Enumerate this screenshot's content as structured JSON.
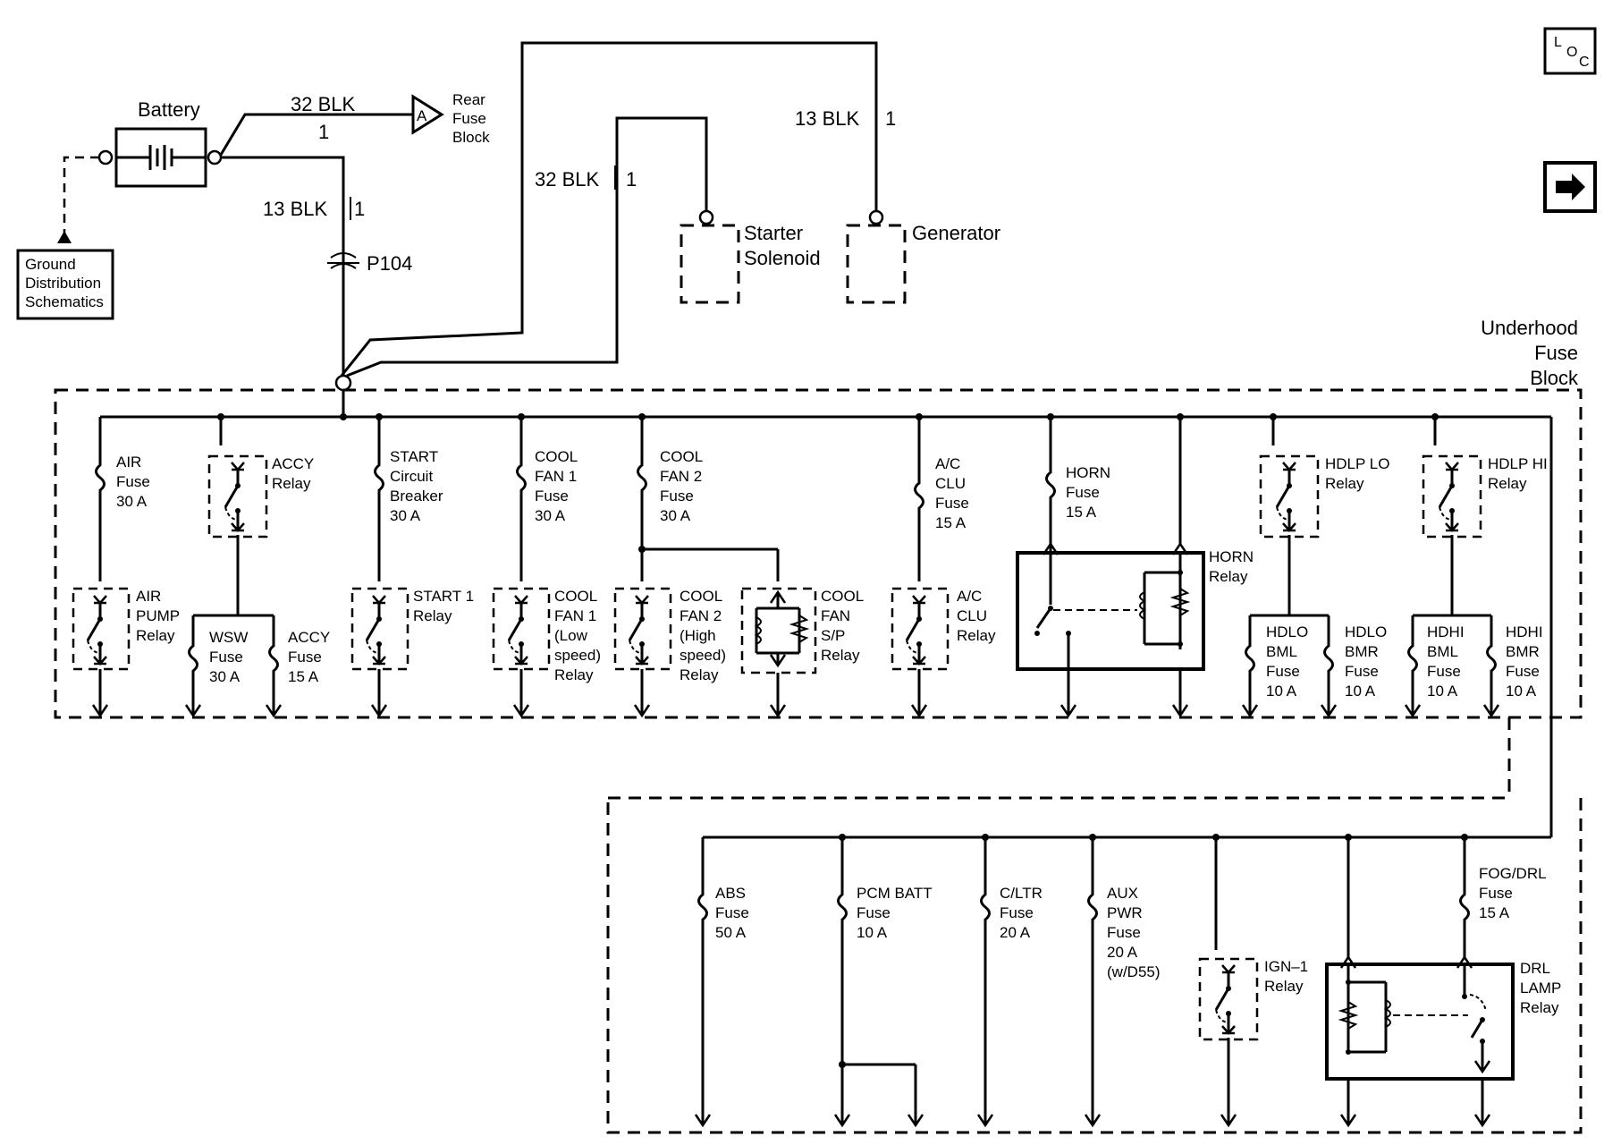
{
  "top": {
    "battery": "Battery",
    "wire_32blk": "32 BLK",
    "wire_13blk": "13 BLK",
    "pin_1": "1",
    "rear_fuse_block": [
      "Rear",
      "Fuse",
      "Block"
    ],
    "connector_a": "A",
    "ground_ref": [
      "Ground",
      "Distribution",
      "Schematics"
    ],
    "splice": "P104",
    "starter_solenoid": [
      "Starter",
      "Solenoid"
    ],
    "generator": "Generator",
    "underhood": [
      "Underhood",
      "Fuse",
      "Block"
    ]
  },
  "nav": {
    "loc_icon": "LOC",
    "arrow_icon": "→"
  },
  "upper_components": {
    "air_fuse": [
      "AIR",
      "Fuse",
      "30 A"
    ],
    "accy_relay": [
      "ACCY",
      "Relay"
    ],
    "start_cb": [
      "START",
      "Circuit",
      "Breaker",
      "30 A"
    ],
    "cool_fan1_fuse": [
      "COOL",
      "FAN 1",
      "Fuse",
      "30 A"
    ],
    "cool_fan2_fuse": [
      "COOL",
      "FAN 2",
      "Fuse",
      "30 A"
    ],
    "ac_clu_fuse": [
      "A/C",
      "CLU",
      "Fuse",
      "15 A"
    ],
    "horn_fuse": [
      "HORN",
      "Fuse",
      "15 A"
    ],
    "hdlp_lo_relay": [
      "HDLP LO",
      "Relay"
    ],
    "hdlp_hi_relay": [
      "HDLP HI",
      "Relay"
    ],
    "air_pump_relay": [
      "AIR",
      "PUMP",
      "Relay"
    ],
    "wsw_fuse": [
      "WSW",
      "Fuse",
      "30 A"
    ],
    "accy_fuse": [
      "ACCY",
      "Fuse",
      "15 A"
    ],
    "start1_relay": [
      "START 1",
      "Relay"
    ],
    "cool_fan1_relay": [
      "COOL",
      "FAN 1",
      "(Low",
      "speed)",
      "Relay"
    ],
    "cool_fan2_relay": [
      "COOL",
      "FAN 2",
      "(High",
      "speed)",
      "Relay"
    ],
    "cool_fan_sp_relay": [
      "COOL",
      "FAN",
      "S/P",
      "Relay"
    ],
    "ac_clu_relay": [
      "A/C",
      "CLU",
      "Relay"
    ],
    "horn_relay": [
      "HORN",
      "Relay"
    ],
    "hdlo_bml": [
      "HDLO",
      "BML",
      "Fuse",
      "10 A"
    ],
    "hdlo_bmr": [
      "HDLO",
      "BMR",
      "Fuse",
      "10 A"
    ],
    "hdhi_bml": [
      "HDHI",
      "BML",
      "Fuse",
      "10 A"
    ],
    "hdhi_bmr": [
      "HDHI",
      "BMR",
      "Fuse",
      "10 A"
    ]
  },
  "lower_components": {
    "abs_fuse": [
      "ABS",
      "Fuse",
      "50 A"
    ],
    "pcm_batt_fuse": [
      "PCM BATT",
      "Fuse",
      "10 A"
    ],
    "cltr_fuse": [
      "C/LTR",
      "Fuse",
      "20 A"
    ],
    "aux_pwr_fuse": [
      "AUX",
      "PWR",
      "Fuse",
      "20 A",
      "(w/D55)"
    ],
    "ign1_relay": [
      "IGN–1",
      "Relay"
    ],
    "fog_drl_fuse": [
      "FOG/DRL",
      "Fuse",
      "15 A"
    ],
    "drl_lamp_relay": [
      "DRL",
      "LAMP",
      "Relay"
    ]
  }
}
